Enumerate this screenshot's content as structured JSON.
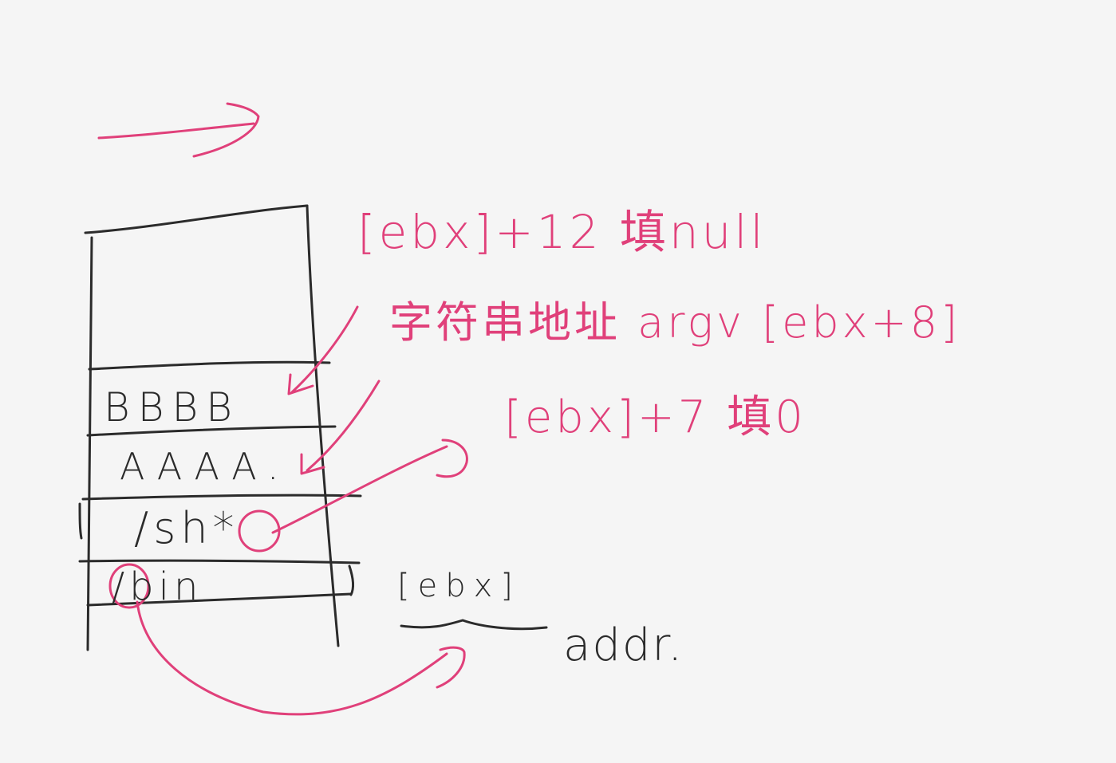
{
  "stack": {
    "cells": [
      "BBBB",
      "AAAA.",
      "/sh*",
      "/bin"
    ],
    "base_label": "[ebx]",
    "addr_label": "addr."
  },
  "annotations": {
    "null_note": "[ebx]+12 填null",
    "argv_note": "字符串地址 argv [ebx+8]",
    "zero_note": "[ebx]+7 填0"
  },
  "colors": {
    "ink": "#2b2b2b",
    "annotation": "#e0407a",
    "background": "#f5f5f5"
  }
}
